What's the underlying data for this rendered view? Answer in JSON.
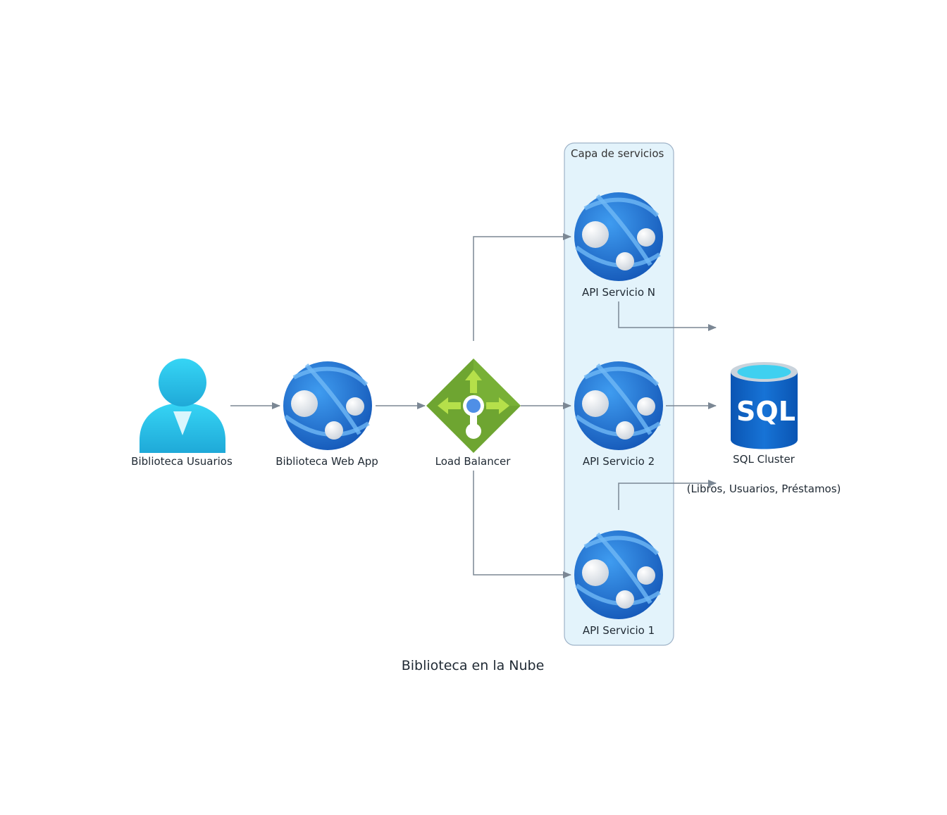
{
  "diagram": {
    "caption": "Biblioteca en la Nube",
    "group": {
      "label": "Capa de servicios"
    },
    "nodes": {
      "users": {
        "label": "Biblioteca Usuarios",
        "icon": "user-icon"
      },
      "webapp": {
        "label": "Biblioteca Web App",
        "icon": "web-app-icon"
      },
      "lb": {
        "label": "Load Balancer",
        "icon": "load-balancer-icon"
      },
      "apiN": {
        "label": "API Servicio N",
        "icon": "web-app-icon"
      },
      "api2": {
        "label": "API Servicio 2",
        "icon": "web-app-icon"
      },
      "api1": {
        "label": "API Servicio 1",
        "icon": "web-app-icon"
      },
      "sql": {
        "label": "SQL Cluster",
        "sublabel": "(Libros, Usuarios, Préstamos)",
        "icon": "sql-database-icon",
        "badge": "SQL"
      }
    },
    "edges": [
      {
        "from": "users",
        "to": "webapp"
      },
      {
        "from": "webapp",
        "to": "lb"
      },
      {
        "from": "lb",
        "to": "apiN"
      },
      {
        "from": "lb",
        "to": "api2"
      },
      {
        "from": "lb",
        "to": "api1"
      },
      {
        "from": "apiN",
        "to": "sql"
      },
      {
        "from": "api2",
        "to": "sql"
      },
      {
        "from": "api1",
        "to": "sql"
      }
    ],
    "colors": {
      "edge": "#7b8794",
      "group_fill": "#e3f3fb",
      "group_stroke": "#9fb3c8",
      "globe_blue": "#1b6fd1",
      "user_cyan": "#2dc4e8",
      "lb_green": "#6ea531",
      "sql_blue": "#0a63c9"
    }
  }
}
